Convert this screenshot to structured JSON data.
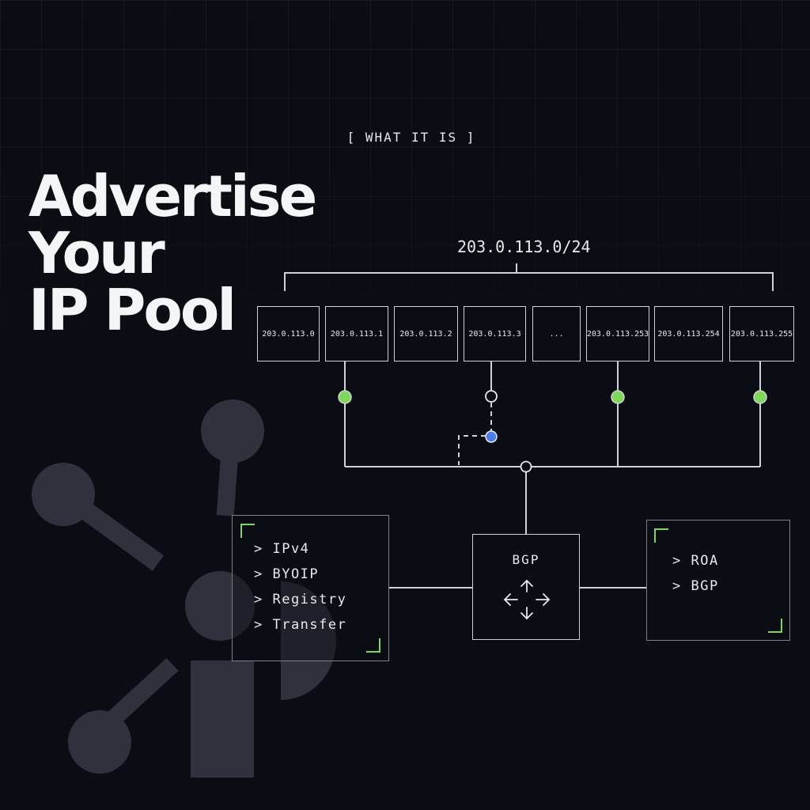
{
  "header": {
    "eyebrow": "[ WHAT IT IS ]",
    "title_lines": [
      "Advertise",
      "Your",
      "IP Pool"
    ]
  },
  "prefix": "203.0.113.0/24",
  "addresses": [
    {
      "label": "203.0.113.0",
      "connector": "none"
    },
    {
      "label": "203.0.113.1",
      "connector": "active"
    },
    {
      "label": "203.0.113.2",
      "connector": "none"
    },
    {
      "label": "203.0.113.3",
      "connector": "pending"
    },
    {
      "label": "...",
      "connector": "none"
    },
    {
      "label": "203.0.113.253",
      "connector": "active"
    },
    {
      "label": "203.0.113.254",
      "connector": "none"
    },
    {
      "label": "203.0.113.255",
      "connector": "active"
    }
  ],
  "left_panel": {
    "items": [
      "> IPv4",
      "> BYOIP",
      "> Registry",
      "> Transfer"
    ]
  },
  "center_node": {
    "label": "BGP",
    "icon": "four-arrows-icon"
  },
  "right_panel": {
    "items": [
      "> ROA",
      "> BGP"
    ]
  },
  "colors": {
    "background": "#0b0d14",
    "line": "#cfd2d8",
    "active_node": "#7ed957",
    "pending_node": "#4a7cf0",
    "accent_corner": "#7ed957",
    "logo_shape": "#3a3d47"
  }
}
